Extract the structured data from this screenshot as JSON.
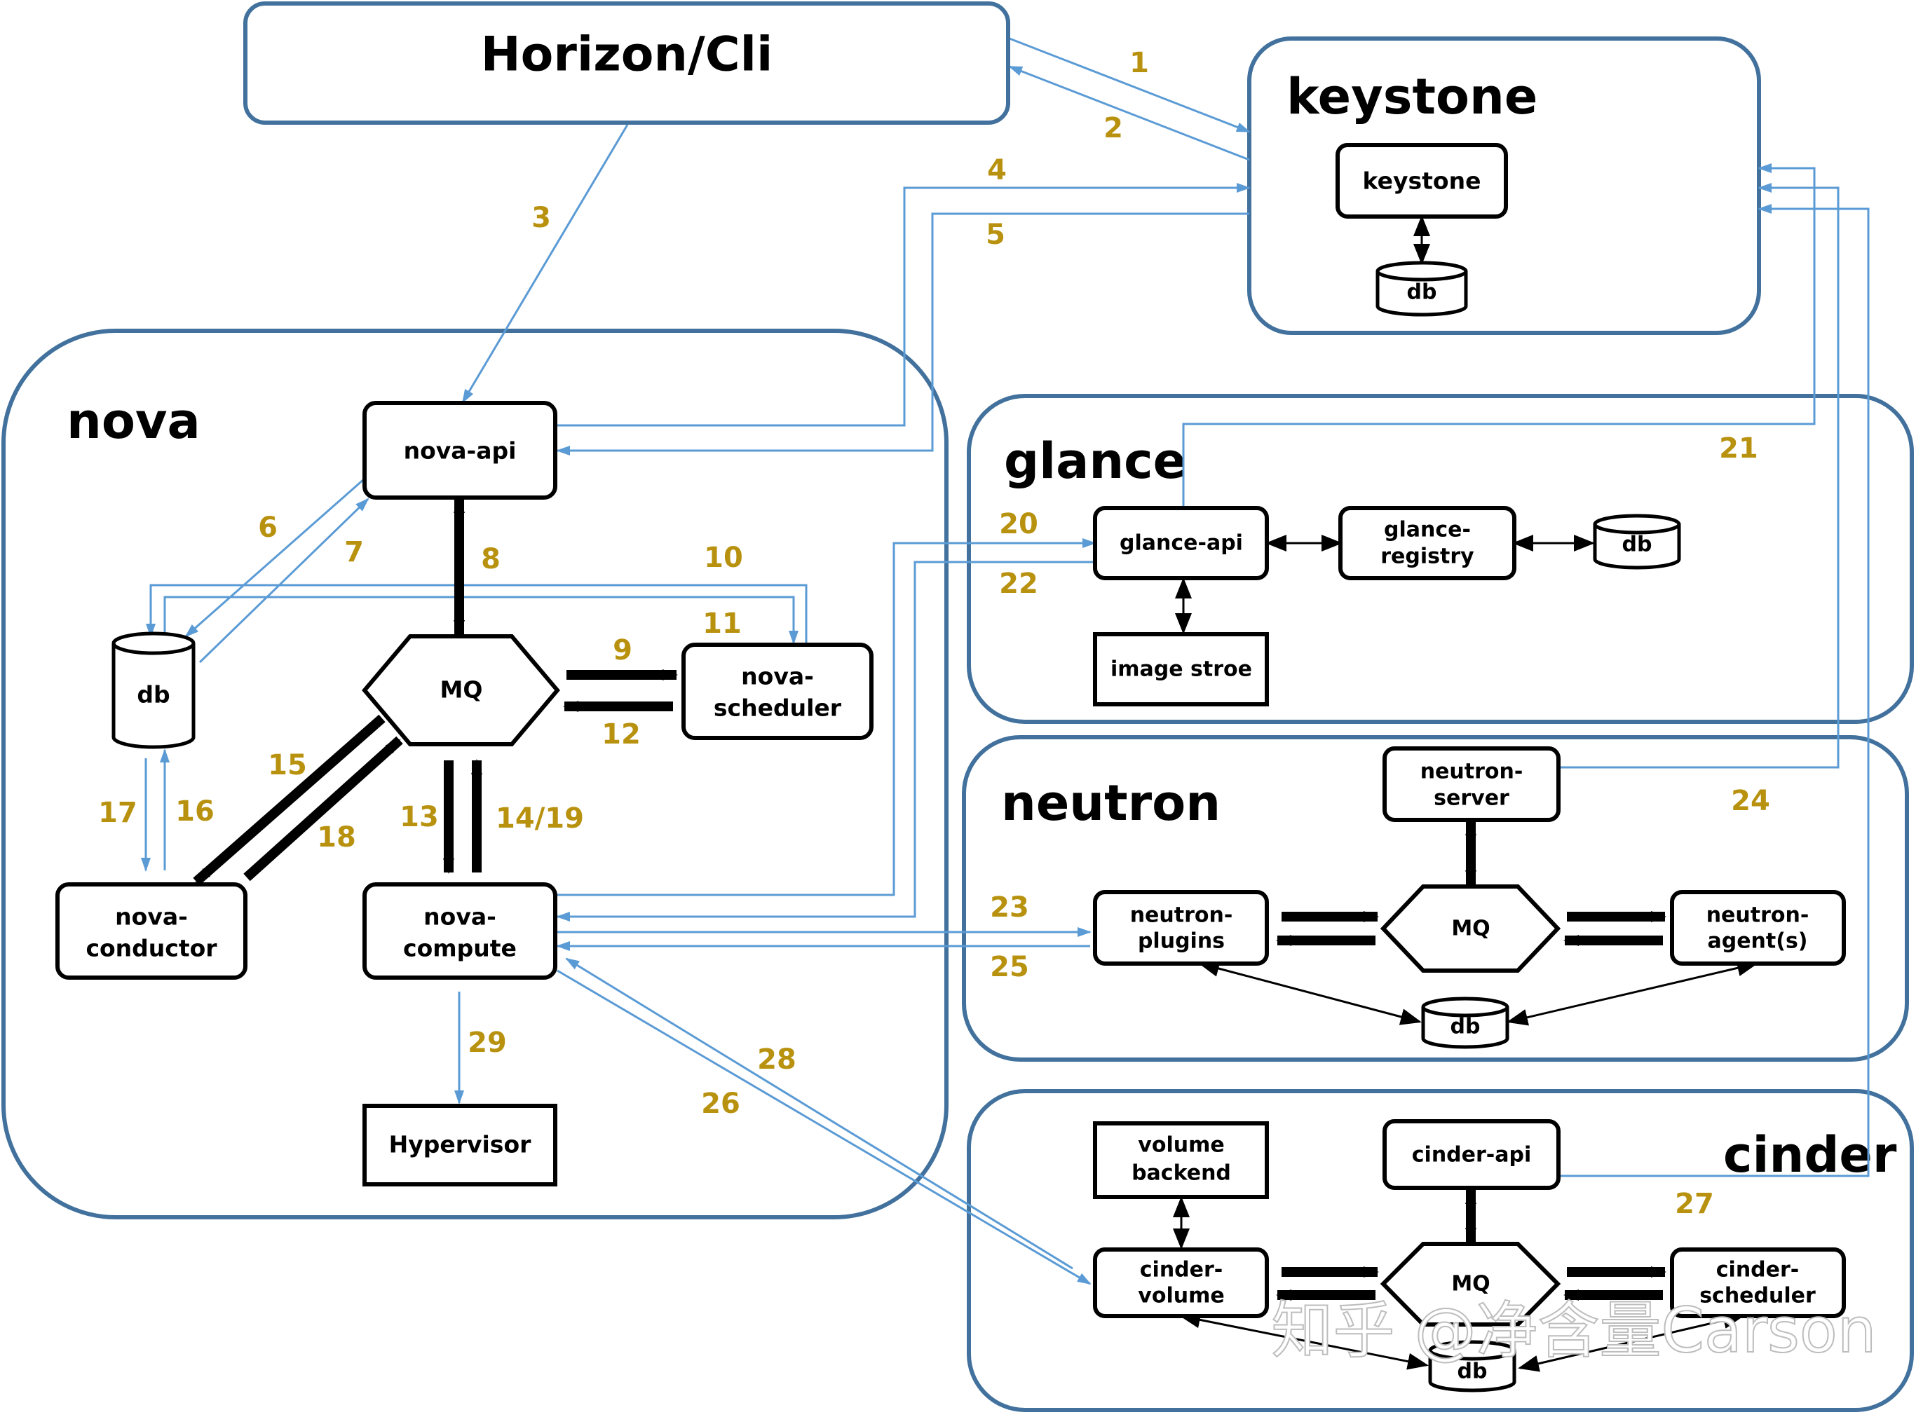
{
  "groups": {
    "nova": "nova",
    "keystone": "keystone",
    "glance": "glance",
    "neutron": "neutron",
    "cinder": "cinder"
  },
  "nodes": {
    "horizon": "Horizon/Cli",
    "keystone": "keystone",
    "keystone_db": "db",
    "nova_api": "nova-api",
    "nova_db": "db",
    "nova_mq": "MQ",
    "nova_scheduler": [
      "nova-",
      "scheduler"
    ],
    "nova_conductor": [
      "nova-",
      "conductor"
    ],
    "nova_compute": [
      "nova-",
      "compute"
    ],
    "hypervisor": "Hypervisor",
    "glance_api": "glance-api",
    "glance_registry": [
      "glance-",
      "registry"
    ],
    "glance_db": "db",
    "image_store": "image stroe",
    "neutron_server": [
      "neutron-",
      "server"
    ],
    "neutron_plugins": [
      "neutron-",
      "plugins"
    ],
    "neutron_mq": "MQ",
    "neutron_agents": [
      "neutron-",
      "agent(s)"
    ],
    "neutron_db": "db",
    "volume_backend": [
      "volume",
      "backend"
    ],
    "cinder_api": "cinder-api",
    "cinder_volume": [
      "cinder-",
      "volume"
    ],
    "cinder_mq": "MQ",
    "cinder_scheduler": [
      "cinder-",
      "scheduler"
    ],
    "cinder_db": "db"
  },
  "steps": [
    "1",
    "2",
    "3",
    "4",
    "5",
    "6",
    "7",
    "8",
    "9",
    "10",
    "11",
    "12",
    "13",
    "14/19",
    "15",
    "16",
    "17",
    "18",
    "20",
    "21",
    "22",
    "23",
    "24",
    "25",
    "26",
    "27",
    "28",
    "29"
  ],
  "watermark": "知乎 @净含量Carson",
  "colors": {
    "group_border": "#41719c",
    "flow_arrow": "#5b9bd5",
    "step_number": "#b8920f",
    "node_border": "#000000"
  }
}
